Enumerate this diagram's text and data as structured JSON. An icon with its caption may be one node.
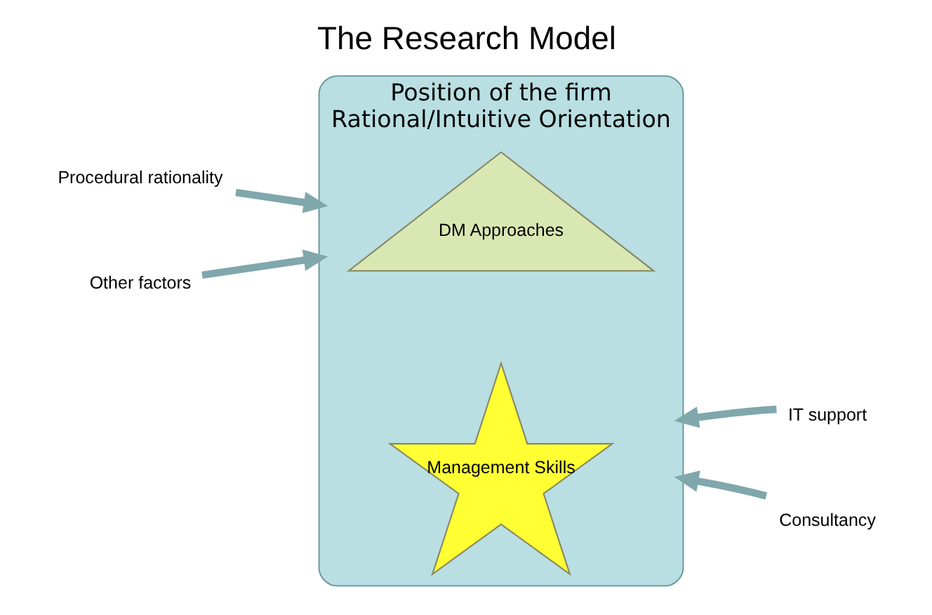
{
  "diagram": {
    "title": "The Research Model",
    "nodes": [
      {
        "text": [
          "Position of the firm",
          "Rational/Intuitive Orientation"
        ]
      },
      {
        "text": [
          "DM Approaches"
        ],
        "in": 0
      },
      {
        "text": [
          "Management Skills"
        ],
        "in": 0
      },
      {
        "text": [
          "Procedural rationality"
        ]
      },
      {
        "text": [
          "IT support"
        ]
      },
      {
        "text": [
          "Other factors"
        ]
      },
      {
        "text": [
          "Consultancy"
        ]
      }
    ],
    "edges": [
      {
        "from": 3,
        "to": 0,
        "arrow": "to"
      },
      {
        "from": 4,
        "to": 0,
        "arrow": "to"
      },
      {
        "from": 5,
        "to": 0,
        "arrow": "to"
      },
      {
        "from": 6,
        "to": 0,
        "arrow": "to"
      }
    ]
  }
}
